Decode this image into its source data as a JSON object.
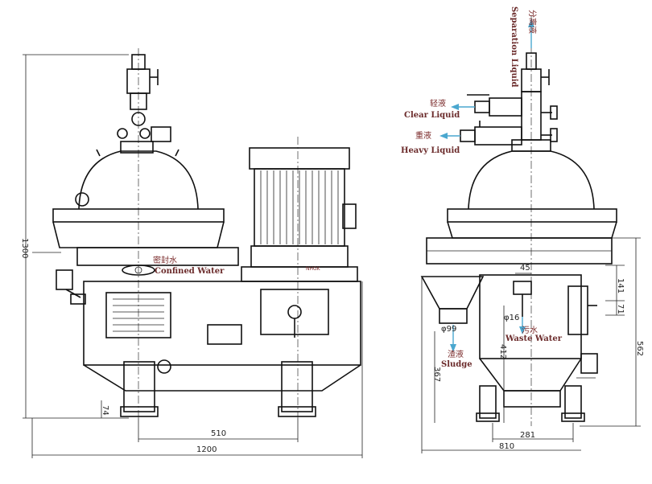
{
  "labels": {
    "separation_liquid": "Separation Liquid",
    "separation_liquid_cn": "分离液",
    "clear_liquid": "Clear Liquid",
    "clear_liquid_cn": "轻液",
    "heavy_liquid": "Heavy Liquid",
    "heavy_liquid_cn": "重液",
    "confined_water": "Confined Water",
    "confined_water_cn": "密封水",
    "waste_water": "Waste Water",
    "waste_water_cn": "污水",
    "sludge": "Sludge",
    "sludge_cn": "渣液",
    "motor_plate": "NHGK"
  },
  "dimensions": {
    "front_height": "1300",
    "front_foot_offset": "74",
    "front_foot_spacing": "510",
    "front_total_width": "1200",
    "side_pipe_small": "45",
    "side_pipe_dia_small": "φ16",
    "side_sludge_dia": "φ99",
    "side_right_a": "141",
    "side_right_b": "71",
    "side_waste_height": "412",
    "side_sludge_height": "367",
    "side_total_height": "562",
    "side_base_width": "281",
    "side_total_width": "810"
  },
  "colors": {
    "line": "#111111",
    "arrow": "#4aa7cf",
    "label_text": "#6b2b2b"
  }
}
